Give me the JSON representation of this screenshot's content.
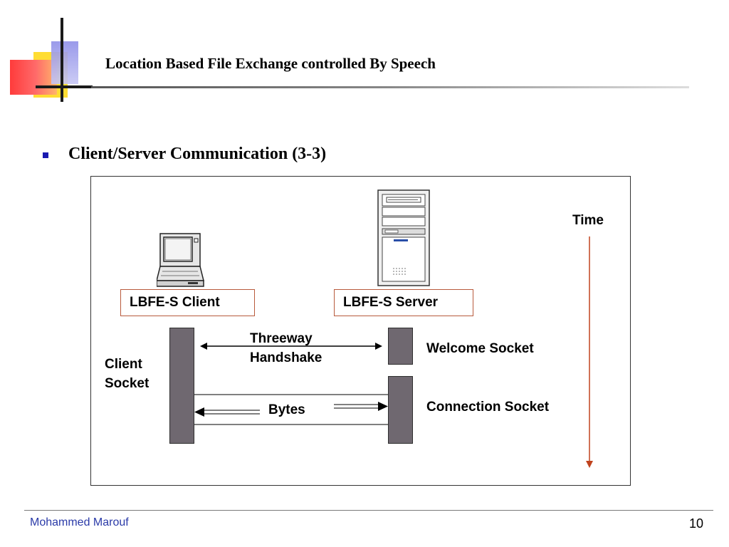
{
  "header": {
    "title": "Location Based File Exchange controlled By Speech"
  },
  "slide": {
    "subtitle": "Client/Server Communication (3-3)",
    "diagram": {
      "client_label": "LBFE-S Client",
      "server_label": "LBFE-S Server",
      "time_label": "Time",
      "client_socket_line1": "Client",
      "client_socket_line2": "Socket",
      "handshake_line1": "Threeway",
      "handshake_line2": "Handshake",
      "welcome_socket": "Welcome Socket",
      "connection_socket": "Connection Socket",
      "bytes_label": "Bytes"
    }
  },
  "footer": {
    "author": "Mohammed Marouf",
    "page_number": "10"
  },
  "colors": {
    "accent_arrow": "#c0431e",
    "socket_fill": "#6f6870",
    "label_border": "#b85a3c",
    "author": "#2a3aa8"
  }
}
